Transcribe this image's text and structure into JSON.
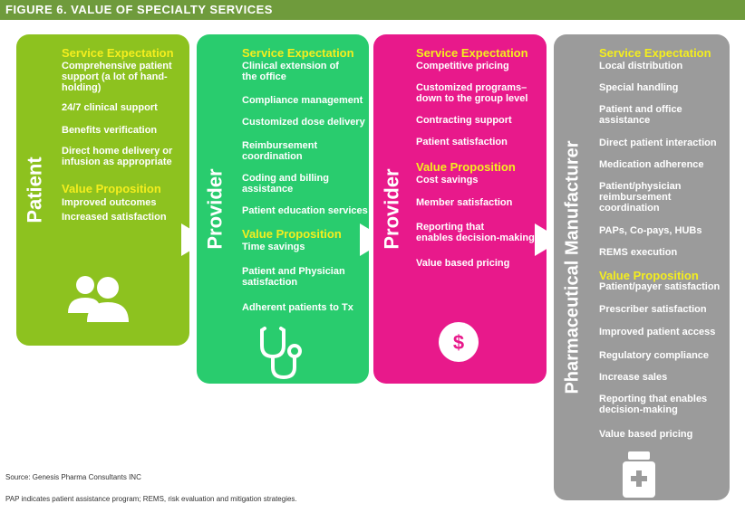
{
  "figure": {
    "title": "FIGURE 6. VALUE OF SPECIALTY SERVICES",
    "source": "Source: Genesis Pharma Consultants INC",
    "note": "PAP indicates patient assistance program; REMS, risk evaluation and mitigation strategies."
  },
  "panels": [
    {
      "label": "Patient",
      "color": "#8dc21f",
      "icon": "people-icon",
      "headings": [
        "Service Expectation",
        "Value Proposition"
      ],
      "items": [
        "Comprehensive patient\nsupport (a lot of hand-\nholding)",
        "24/7 clinical support",
        "Benefits verification",
        "Direct home delivery or\ninfusion as appropriate",
        "Improved outcomes",
        "Increased satisfaction"
      ]
    },
    {
      "label": "Provider",
      "color": "#29cc6e",
      "icon": "stethoscope-icon",
      "headings": [
        "Service Expectation",
        "Value Proposition"
      ],
      "items": [
        "Clinical extension of\nthe office",
        "Compliance management",
        "Customized dose delivery",
        "Reimbursement\ncoordination",
        "Coding and billing\nassistance",
        "Patient education services",
        "Time savings",
        "Patient and Physician\nsatisfaction",
        "Adherent patients to Tx"
      ]
    },
    {
      "label": "Provider",
      "color": "#e8198b",
      "icon": "dollar-icon",
      "headings": [
        "Service Expectation",
        "Value Proposition"
      ],
      "items": [
        "Competitive pricing",
        "Customized programs–\ndown to the group level",
        "Contracting support",
        "Patient satisfaction",
        "Cost savings",
        "Member satisfaction",
        "Reporting that\nenables decision-making",
        "Value based pricing"
      ]
    },
    {
      "label": "Pharmaceutical Manufacturer",
      "color": "#9b9b9b",
      "icon": "pill-bottle-icon",
      "headings": [
        "Service Expectation",
        "Value Proposition"
      ],
      "items": [
        "Local distribution",
        "Special handling",
        "Patient and office\nassistance",
        "Direct patient interaction",
        "Medication adherence",
        "Patient/physician\nreimbursement\ncoordination",
        "PAPs, Co-pays, HUBs",
        "REMS execution",
        "Patient/payer satisfaction",
        "Prescriber satisfaction",
        "Improved patient access",
        "Regulatory compliance",
        "Increase sales",
        "Reporting that enables\ndecision-making",
        "Value based pricing"
      ]
    }
  ],
  "heading_color": "#f4ee1e"
}
